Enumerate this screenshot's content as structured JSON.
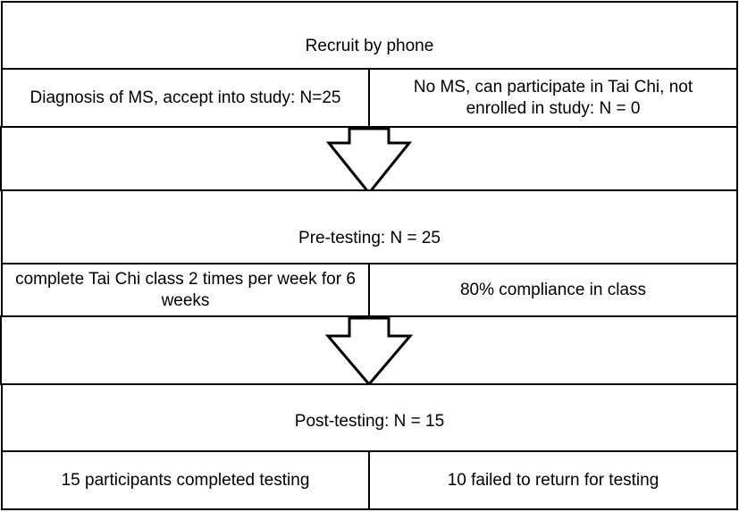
{
  "flowchart": {
    "recruit": "Recruit by phone",
    "diagnosis_ms": "Diagnosis of MS, accept into study: N=25",
    "no_ms": "No MS, can participate in Tai Chi, not enrolled in study: N = 0",
    "pre_testing": "Pre-testing: N = 25",
    "tai_chi_class": "complete Tai Chi class 2 times per week for 6 weeks",
    "compliance": "80% compliance in class",
    "post_testing": "Post-testing: N = 15",
    "completed": "15 participants completed testing",
    "failed": "10 failed to return for testing"
  }
}
